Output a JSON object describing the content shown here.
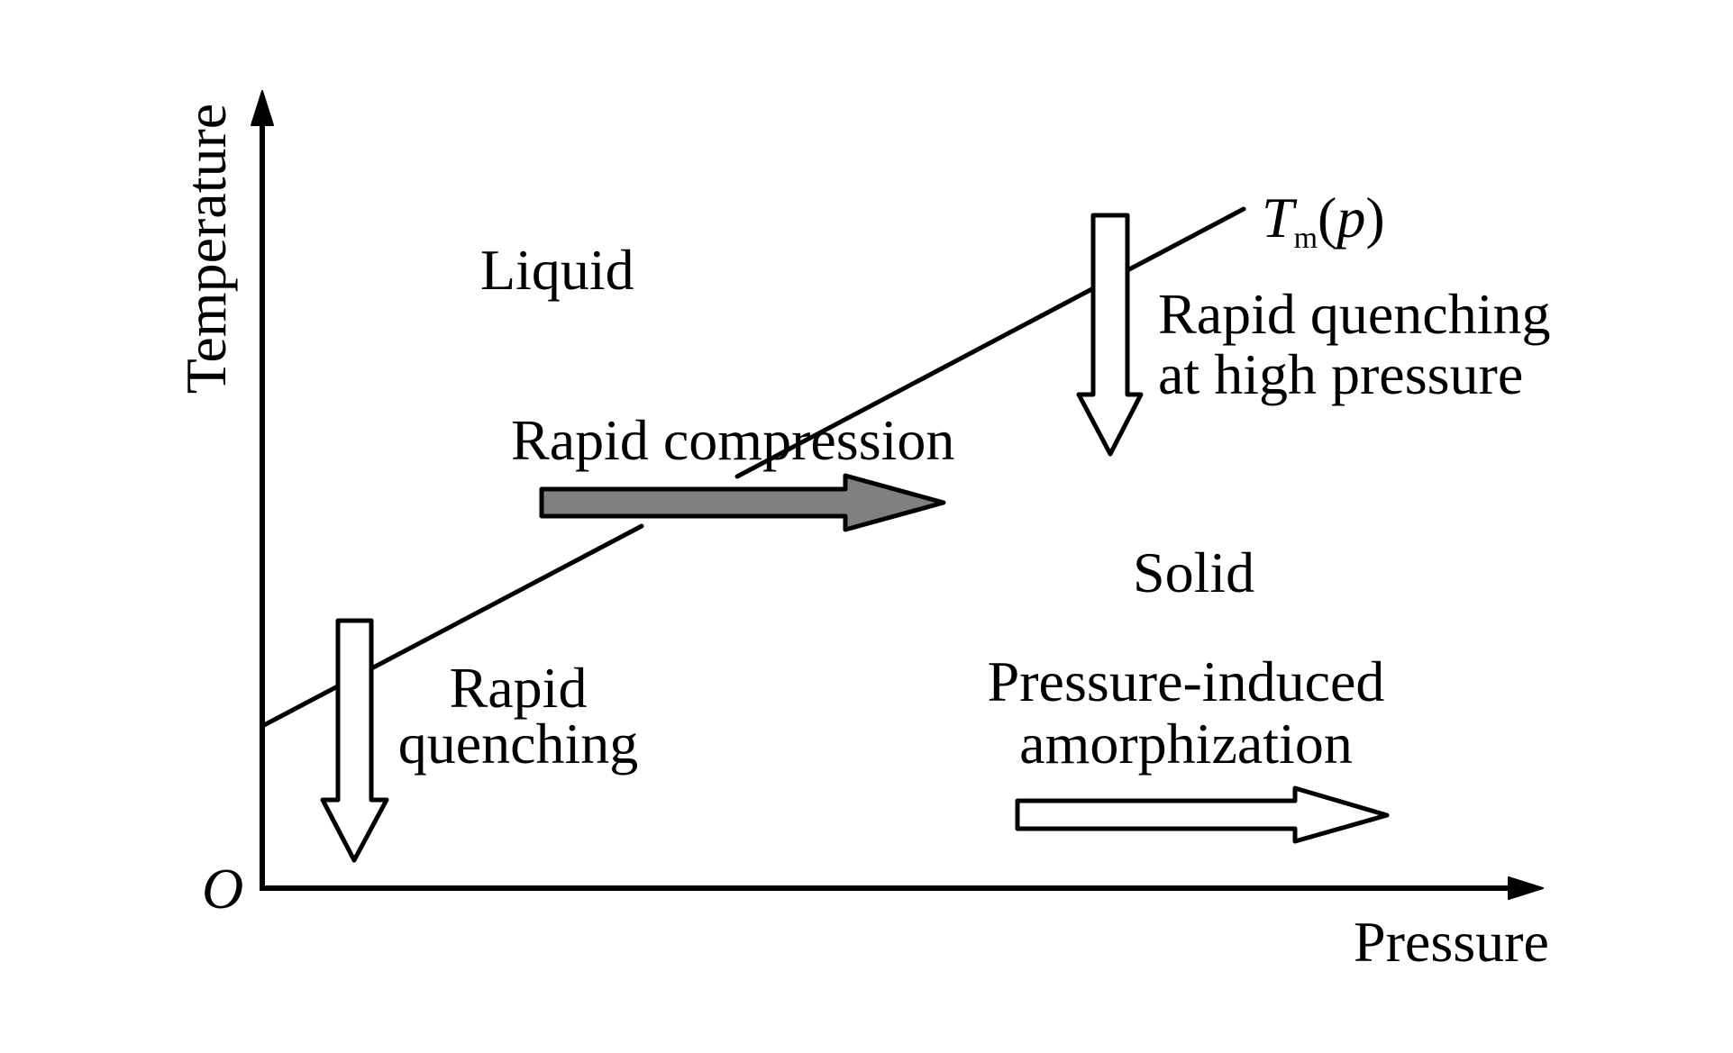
{
  "diagram": {
    "type": "phase-diagram",
    "axes": {
      "x_label": "Pressure",
      "y_label": "Temperature",
      "origin_label": "O"
    },
    "melting_curve": {
      "label_main": "T",
      "label_sub": "m",
      "label_arg": "(p)"
    },
    "regions": {
      "liquid": "Liquid",
      "solid": "Solid"
    },
    "processes": [
      {
        "id": "rapid-quenching",
        "lines": [
          "Rapid",
          "quenching"
        ],
        "arrow_direction": "down",
        "arrow_fill": "#ffffff"
      },
      {
        "id": "rapid-compression",
        "lines": [
          "Rapid compression"
        ],
        "arrow_direction": "right",
        "arrow_fill": "#808080"
      },
      {
        "id": "rapid-quenching-high-pressure",
        "lines": [
          "Rapid quenching",
          "at high pressure"
        ],
        "arrow_direction": "down",
        "arrow_fill": "#ffffff"
      },
      {
        "id": "pressure-induced-amorphization",
        "lines": [
          "Pressure-induced",
          "amorphization"
        ],
        "arrow_direction": "right",
        "arrow_fill": "#ffffff"
      }
    ],
    "colors": {
      "stroke": "#000000",
      "background": "#ffffff",
      "compression_arrow": "#808080"
    }
  }
}
